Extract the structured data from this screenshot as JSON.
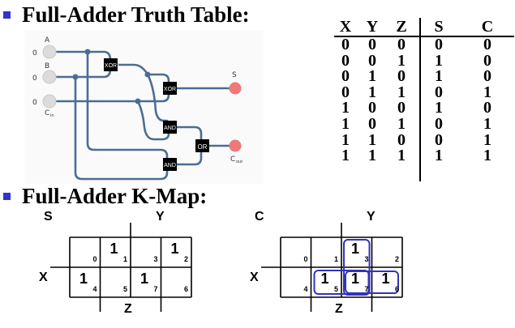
{
  "headings": {
    "truth_table": "Full-Adder Truth Table:",
    "kmap": "Full-Adder K-Map:"
  },
  "colors": {
    "bullet": "#3333cc",
    "wire": "#4a6d93",
    "gate": "#000000",
    "output_led": "#f07878",
    "input_switch": "#d8d8d8",
    "kmap_group": "#3333bb"
  },
  "circuit": {
    "inputs": [
      {
        "label": "A",
        "value": "0"
      },
      {
        "label": "B",
        "value": "0"
      },
      {
        "label": "C",
        "sub": "in",
        "value": "0"
      }
    ],
    "gates": [
      "XOR",
      "XOR",
      "AND",
      "AND",
      "OR"
    ],
    "outputs": [
      {
        "label": "S",
        "sub": ""
      },
      {
        "label": "C",
        "sub": "out"
      }
    ]
  },
  "truth_table": {
    "headers": [
      "X",
      "Y",
      "Z",
      "S",
      "C"
    ],
    "rows": [
      [
        "0",
        "0",
        "0",
        "0",
        "0"
      ],
      [
        "0",
        "0",
        "1",
        "1",
        "0"
      ],
      [
        "0",
        "1",
        "0",
        "1",
        "0"
      ],
      [
        "0",
        "1",
        "1",
        "0",
        "1"
      ],
      [
        "1",
        "0",
        "0",
        "1",
        "0"
      ],
      [
        "1",
        "0",
        "1",
        "0",
        "1"
      ],
      [
        "1",
        "1",
        "0",
        "0",
        "1"
      ],
      [
        "1",
        "1",
        "1",
        "1",
        "1"
      ]
    ]
  },
  "kmaps": [
    {
      "name": "S",
      "row_var": "X",
      "col_var_top": "Y",
      "col_var_bottom": "Z",
      "cells": [
        [
          {
            "index": "0",
            "value": ""
          },
          {
            "index": "1",
            "value": "1"
          },
          {
            "index": "3",
            "value": ""
          },
          {
            "index": "2",
            "value": "1"
          }
        ],
        [
          {
            "index": "4",
            "value": "1"
          },
          {
            "index": "5",
            "value": ""
          },
          {
            "index": "7",
            "value": "1"
          },
          {
            "index": "6",
            "value": ""
          }
        ]
      ],
      "groups": []
    },
    {
      "name": "C",
      "row_var": "X",
      "col_var_top": "Y",
      "col_var_bottom": "Z",
      "cells": [
        [
          {
            "index": "0",
            "value": ""
          },
          {
            "index": "1",
            "value": ""
          },
          {
            "index": "3",
            "value": "1"
          },
          {
            "index": "2",
            "value": ""
          }
        ],
        [
          {
            "index": "4",
            "value": ""
          },
          {
            "index": "5",
            "value": "1"
          },
          {
            "index": "7",
            "value": "1"
          },
          {
            "index": "6",
            "value": "1"
          }
        ]
      ],
      "groups": [
        {
          "cells": [
            "3",
            "7"
          ]
        },
        {
          "cells": [
            "5",
            "7"
          ]
        },
        {
          "cells": [
            "7",
            "6"
          ]
        }
      ]
    }
  ]
}
